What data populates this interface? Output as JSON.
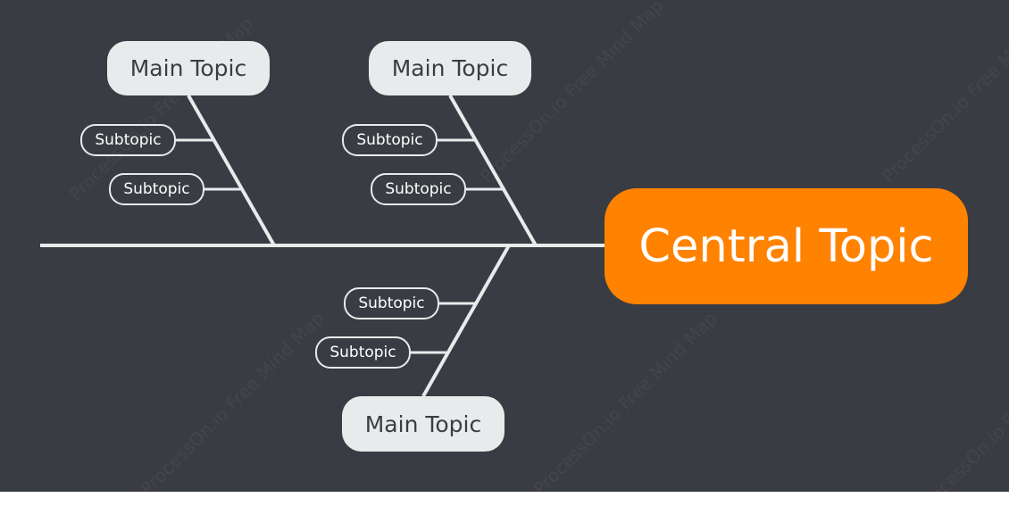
{
  "diagram": {
    "central_topic": "Central Topic",
    "main_topics": [
      {
        "label": "Main Topic",
        "subtopics": [
          "Subtopic",
          "Subtopic"
        ]
      },
      {
        "label": "Main Topic",
        "subtopics": [
          "Subtopic",
          "Subtopic"
        ]
      },
      {
        "label": "Main Topic",
        "subtopics": [
          "Subtopic",
          "Subtopic"
        ]
      }
    ]
  },
  "watermark": "ProcessOn.io Free Mind Map",
  "colors": {
    "background": "#393c42",
    "central_fill": "#ff8200",
    "main_fill": "#e9eaeb",
    "line": "#e9eaeb"
  }
}
